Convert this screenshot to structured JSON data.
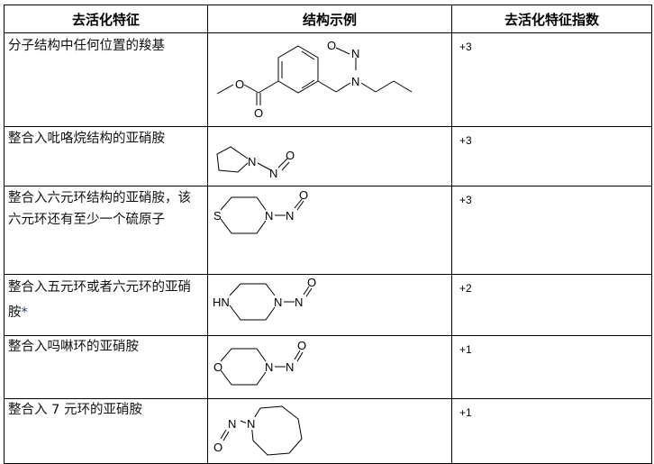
{
  "headers": [
    "去活化特征",
    "结构示例",
    "去活化特征指数"
  ],
  "rows": [
    {
      "feature": "分子结构中任何位置的羧基",
      "structure_icon": "methyl-benzoate-nitrosamine-structure",
      "index": "+3"
    },
    {
      "feature": "整合入吡咯烷结构的亚硝胺",
      "structure_icon": "n-nitrosopyrrolidine-structure",
      "index": "+3"
    },
    {
      "feature": "整合入六元环结构的亚硝胺，该六元环还有至少一个硫原子",
      "structure_icon": "n-nitrosothiomorpholine-structure",
      "index": "+3"
    },
    {
      "feature": "整合入五元环或者六元环的亚硝胺",
      "feature_mark": "*",
      "structure_icon": "n-nitrosopiperazine-structure",
      "index": "+2"
    },
    {
      "feature": "整合入吗啉环的亚硝胺",
      "structure_icon": "n-nitrosomorpholine-structure",
      "index": "+1"
    },
    {
      "feature": "整合入 7 元环的亚硝胺",
      "structure_icon": "n-nitrosoazepane-structure",
      "index": "+1"
    }
  ],
  "atoms": {
    "O": "O",
    "N": "N",
    "S": "S",
    "HN": "HN"
  }
}
